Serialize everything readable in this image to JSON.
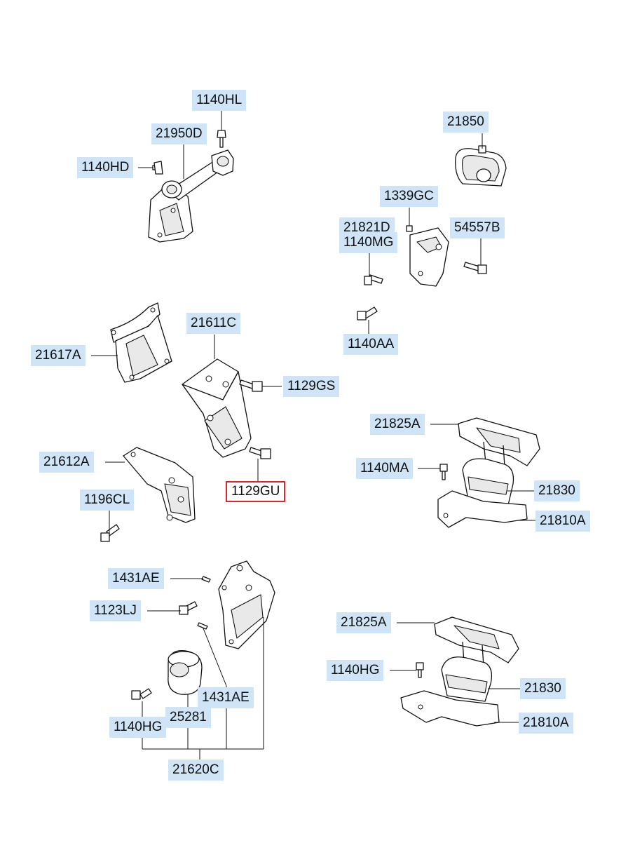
{
  "labels": {
    "l_1140HL": "1140HL",
    "l_21950D": "21950D",
    "l_1140HD": "1140HD",
    "l_21850": "21850",
    "l_1339GC": "1339GC",
    "l_21821D": "21821D",
    "l_1140MG": "1140MG",
    "l_54557B": "54557B",
    "l_1140AA": "1140AA",
    "l_21611C": "21611C",
    "l_21617A": "21617A",
    "l_1129GS": "1129GS",
    "l_21612A": "21612A",
    "l_1129GU": "1129GU",
    "l_1196CL": "1196CL",
    "l_21825A_1": "21825A",
    "l_1140MA": "1140MA",
    "l_21830_1": "21830",
    "l_21810A_1": "21810A",
    "l_1431AE_1": "1431AE",
    "l_1123LJ": "1123LJ",
    "l_21825A_2": "21825A",
    "l_1140HG_1": "1140HG",
    "l_21830_2": "21830",
    "l_21810A_2": "21810A",
    "l_1431AE_2": "1431AE",
    "l_25281": "25281",
    "l_1140HG_2": "1140HG",
    "l_21620C": "21620C"
  },
  "selected_part": "1129GU",
  "colors": {
    "label_bg": "#cfe5f7",
    "selected_border": "#e0242a",
    "line": "#111111"
  }
}
